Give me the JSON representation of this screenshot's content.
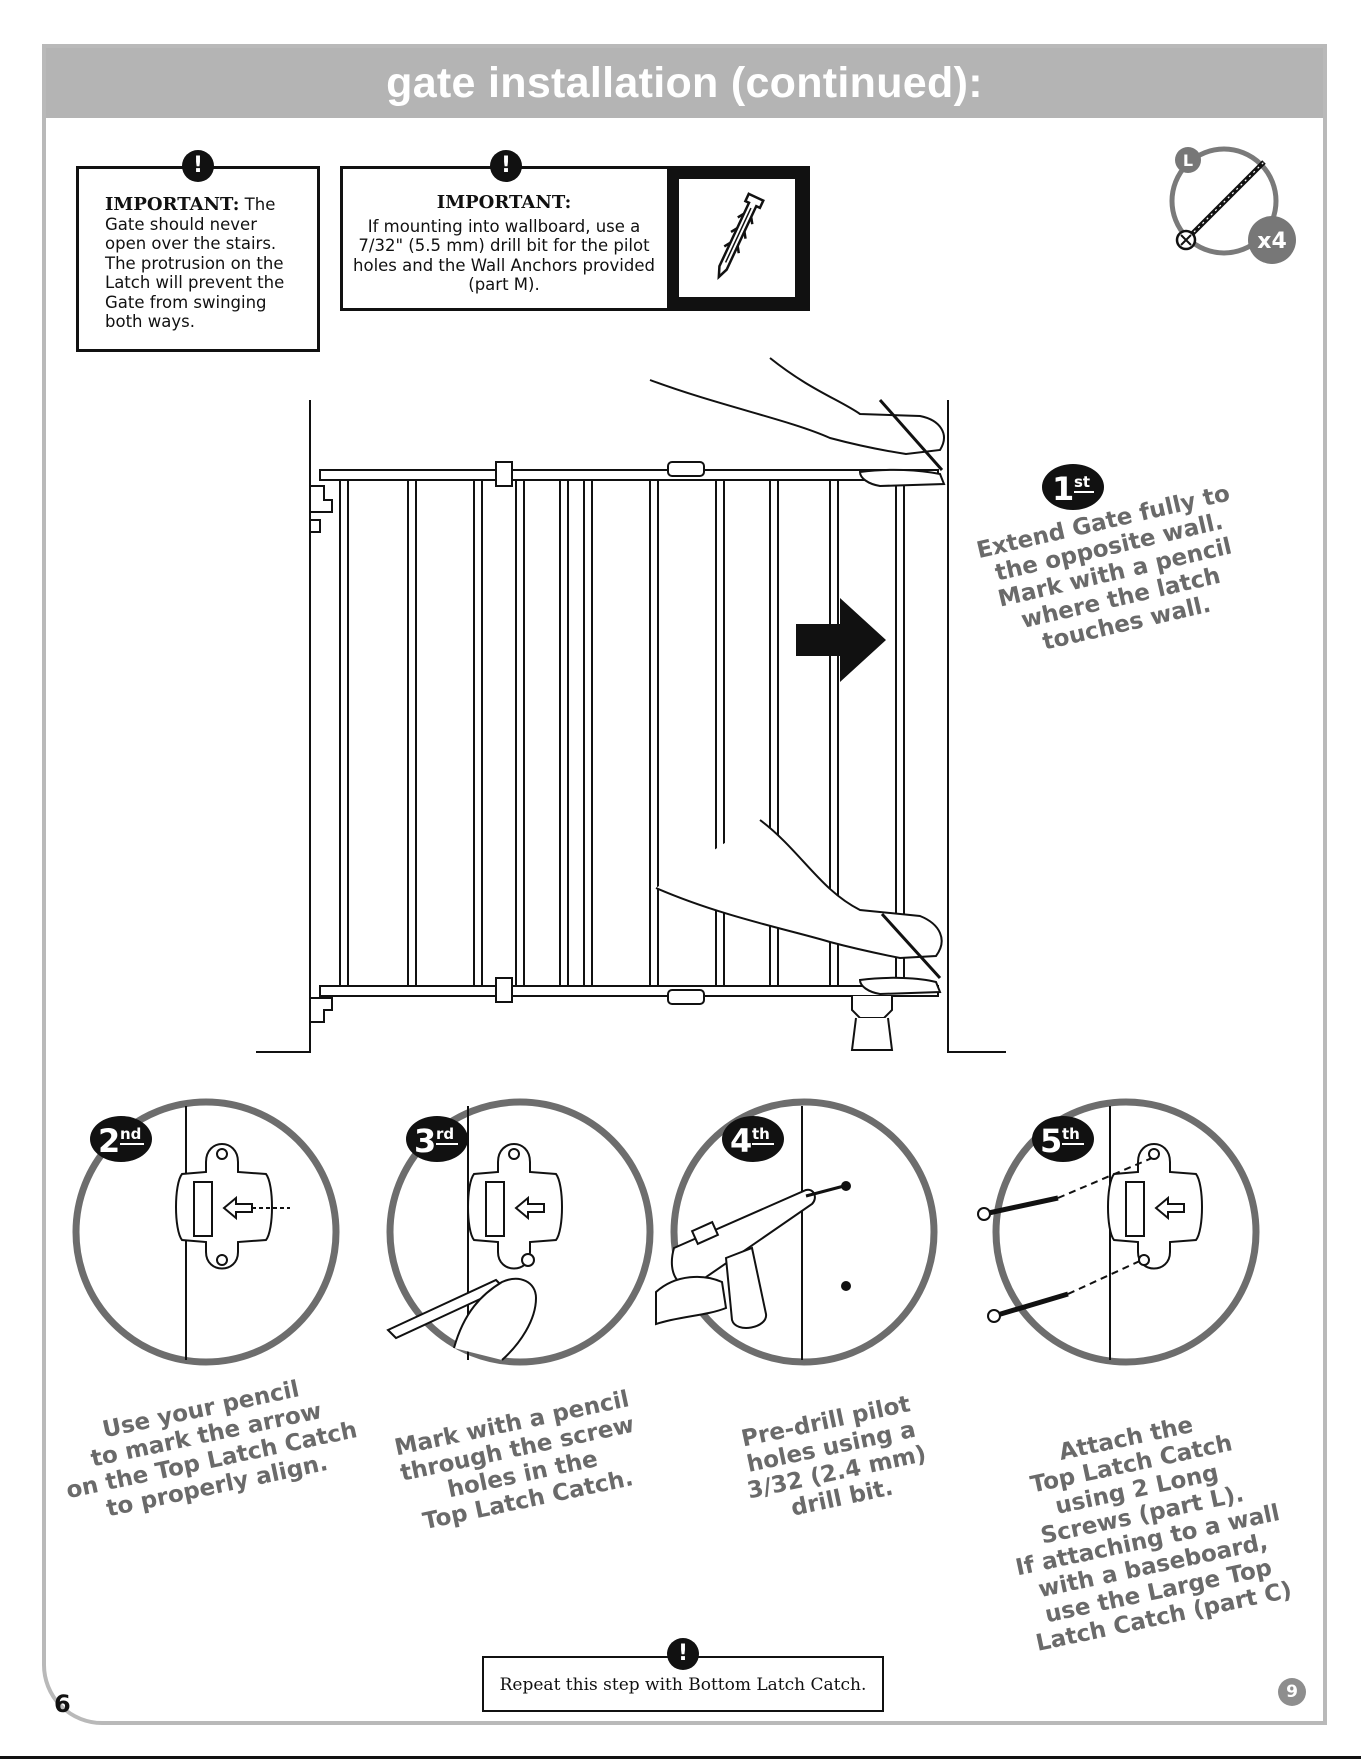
{
  "header": {
    "title": "gate installation (continued):"
  },
  "important_box_1": {
    "heading": "IMPORTANT:",
    "body": " The Gate should never open over the stairs. The protrusion on the Latch will prevent the Gate from swinging both ways."
  },
  "important_box_2": {
    "heading": "IMPORTANT:",
    "body": "If mounting into wallboard, use a 7/32\" (5.5 mm) drill bit for the pilot holes and the Wall Anchors provided (part M)."
  },
  "parts_badge": {
    "part_letter": "L",
    "quantity": "x4",
    "icon": "screw-icon"
  },
  "steps": [
    {
      "badge_num": "1",
      "badge_suffix": "st",
      "text": "Extend Gate fully to\nthe opposite wall.\nMark with a pencil\nwhere the latch\ntouches wall."
    },
    {
      "badge_num": "2",
      "badge_suffix": "nd",
      "text": "Use your pencil\nto mark the arrow\non the Top Latch Catch\nto properly align."
    },
    {
      "badge_num": "3",
      "badge_suffix": "rd",
      "text": "Mark with a pencil\nthrough the screw\nholes in the\nTop Latch Catch."
    },
    {
      "badge_num": "4",
      "badge_suffix": "th",
      "text": "Pre-drill pilot\nholes using a\n3/32 (2.4 mm)\ndrill bit."
    },
    {
      "badge_num": "5",
      "badge_suffix": "th",
      "text": "Attach the\nTop Latch Catch\nusing 2 Long\nScrews (part L).\nIf attaching to a wall\nwith a baseboard,\nuse the Large Top\nLatch Catch (part C)"
    }
  ],
  "note": {
    "text": "Repeat this step with Bottom Latch Catch."
  },
  "footer": {
    "page_number": "6",
    "section_number": "9"
  }
}
